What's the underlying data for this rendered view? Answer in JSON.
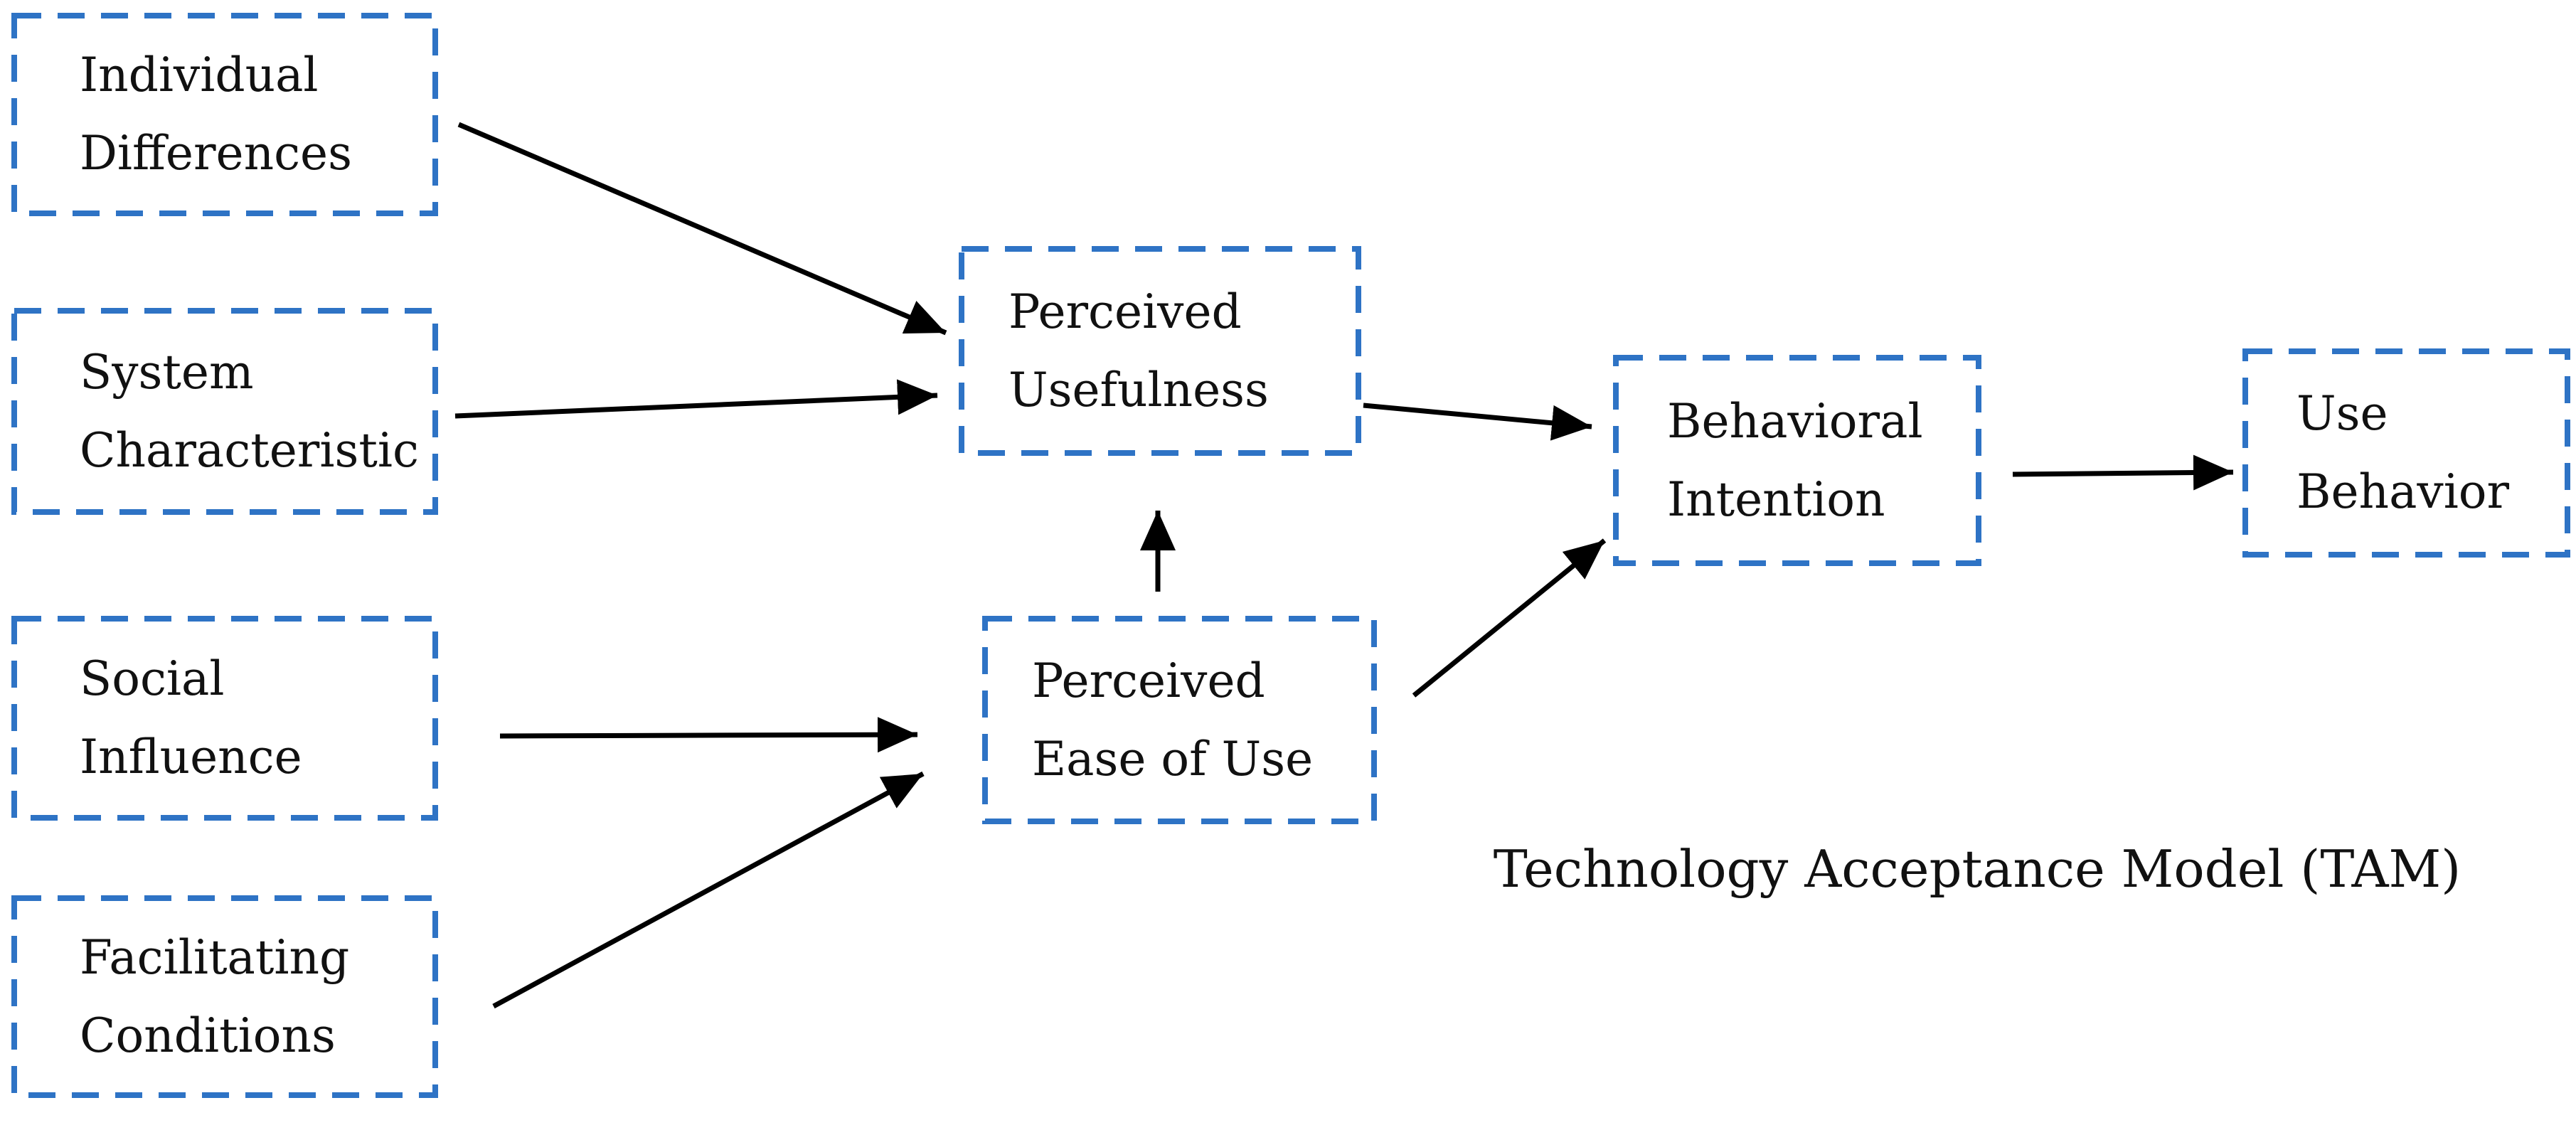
{
  "figure": {
    "caption": "Technology Acceptance Model (TAM)"
  },
  "colors": {
    "box_border": "#2e73c5",
    "arrow": "#000000",
    "text": "#111111",
    "background": "#ffffff"
  },
  "boxes": [
    {
      "name": "individual-differences",
      "lines": [
        "Individual",
        "Differences"
      ]
    },
    {
      "name": "system-characteristic",
      "lines": [
        "System",
        "Characteristic"
      ]
    },
    {
      "name": "social-influence",
      "lines": [
        "Social",
        "Influence"
      ]
    },
    {
      "name": "facilitating-conditions",
      "lines": [
        "Facilitating",
        "Conditions"
      ]
    },
    {
      "name": "perceived-usefulness",
      "lines": [
        "Perceived",
        "Usefulness"
      ]
    },
    {
      "name": "perceived-ease-of-use",
      "lines": [
        "Perceived",
        "Ease of Use"
      ]
    },
    {
      "name": "behavioral-intention",
      "lines": [
        "Behavioral",
        "Intention"
      ]
    },
    {
      "name": "use-behavior",
      "lines": [
        "Use",
        "Behavior"
      ]
    }
  ],
  "edges": [
    {
      "from": "individual-differences",
      "to": "perceived-usefulness"
    },
    {
      "from": "system-characteristic",
      "to": "perceived-usefulness"
    },
    {
      "from": "social-influence",
      "to": "perceived-ease-of-use"
    },
    {
      "from": "facilitating-conditions",
      "to": "perceived-ease-of-use"
    },
    {
      "from": "perceived-ease-of-use",
      "to": "perceived-usefulness"
    },
    {
      "from": "perceived-usefulness",
      "to": "behavioral-intention"
    },
    {
      "from": "perceived-ease-of-use",
      "to": "behavioral-intention"
    },
    {
      "from": "behavioral-intention",
      "to": "use-behavior"
    }
  ]
}
